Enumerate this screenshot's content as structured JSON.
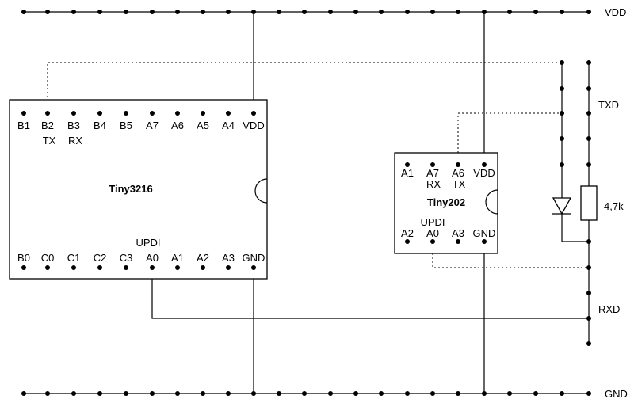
{
  "rails": {
    "vdd": "VDD",
    "gnd": "GND"
  },
  "chip_large": {
    "name": "Tiny3216",
    "top_pins": [
      "B1",
      "B2",
      "B3",
      "B4",
      "B5",
      "A7",
      "A6",
      "A5",
      "A4",
      "VDD"
    ],
    "top_sub": {
      "tx": "TX",
      "rx": "RX"
    },
    "bottom_pins": [
      "B0",
      "C0",
      "C1",
      "C2",
      "C3",
      "A0",
      "A1",
      "A2",
      "A3",
      "GND"
    ],
    "bottom_sup": "UPDI"
  },
  "chip_small": {
    "name": "Tiny202",
    "top_pins": [
      "A1",
      "A7",
      "A6",
      "VDD"
    ],
    "top_sub": {
      "rx": "RX",
      "tx": "TX"
    },
    "bottom_pins": [
      "A2",
      "A0",
      "A3",
      "GND"
    ],
    "bottom_sup": "UPDI"
  },
  "signals": {
    "txd": "TXD",
    "rxd": "RXD",
    "resistor": "4,7k"
  }
}
